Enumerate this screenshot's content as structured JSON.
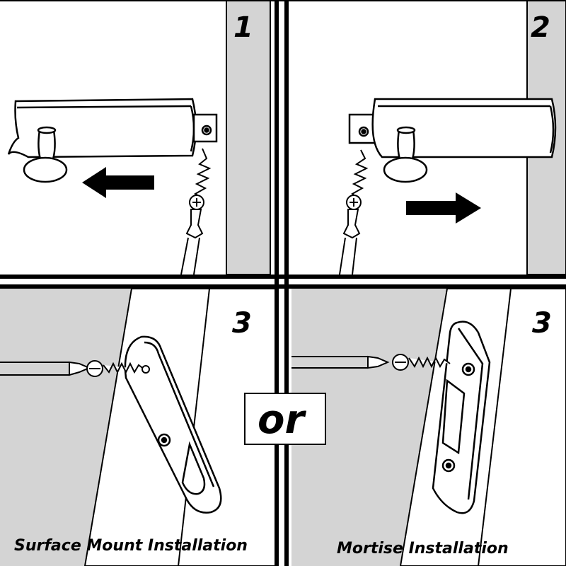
{
  "panels": [
    {
      "step": "1",
      "arrow_direction": "left"
    },
    {
      "step": "2",
      "arrow_direction": "right"
    },
    {
      "step": "3",
      "caption": "Surface Mount Installation"
    },
    {
      "step": "3",
      "caption": "Mortise Installation"
    }
  ],
  "divider_word": "or",
  "colors": {
    "line": "#000000",
    "wall_gray": "#d4d4d4",
    "background": "#ffffff"
  },
  "icons": [
    "left-arrow-icon",
    "right-arrow-icon",
    "screw-icon",
    "screwdriver-icon",
    "knob-icon",
    "strike-plate-icon"
  ]
}
